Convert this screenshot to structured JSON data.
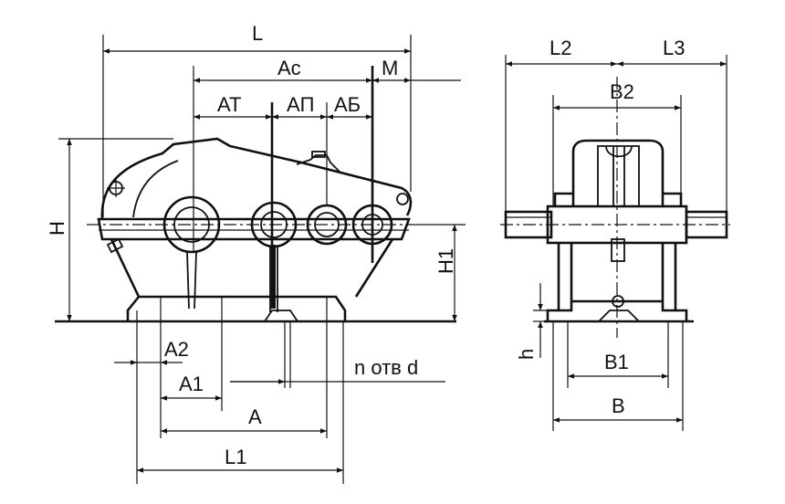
{
  "labels": {
    "L": "L",
    "Ac": "Ac",
    "M": "M",
    "At": "AT",
    "Ap": "AП",
    "Ab": "AБ",
    "H": "H",
    "H1": "H1",
    "A2": "A2",
    "A1": "A1",
    "A": "A",
    "L1": "L1",
    "holes": "n отв d",
    "L2": "L2",
    "L3": "L3",
    "B2": "B2",
    "h": "h",
    "B1": "B1",
    "B": "B"
  },
  "colors": {
    "ink": "#111111",
    "paper": "#ffffff"
  }
}
